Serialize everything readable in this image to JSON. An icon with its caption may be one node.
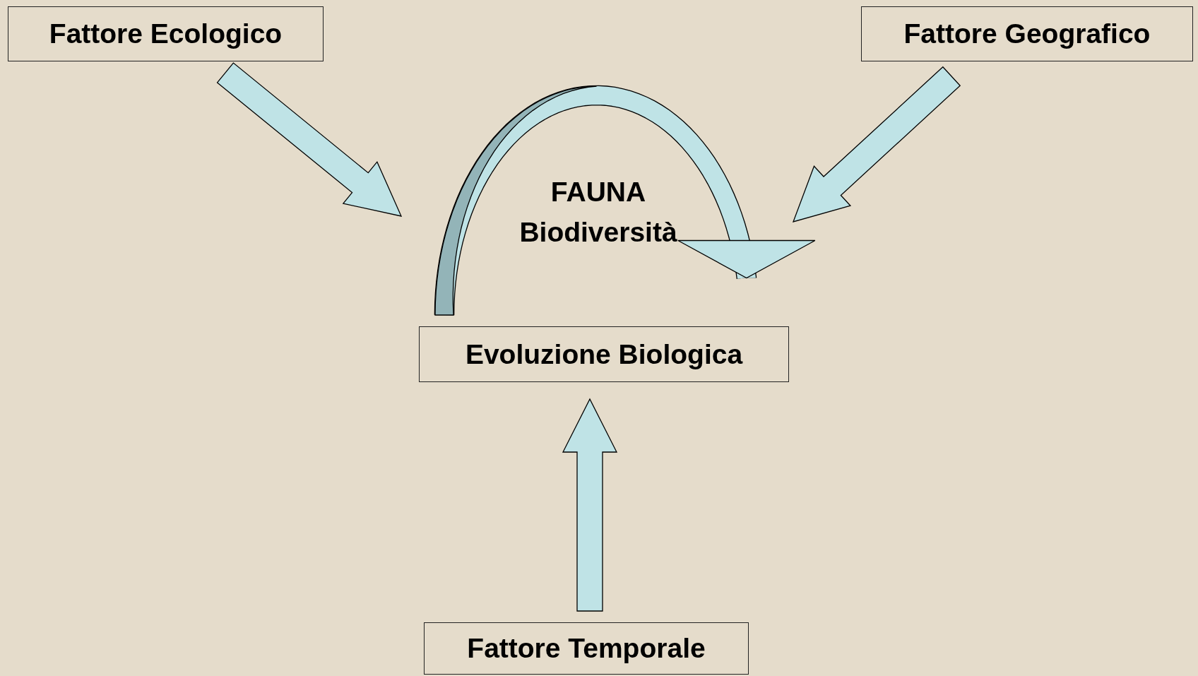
{
  "diagram": {
    "nodes": [
      {
        "text": [
          "Fattore Ecologico"
        ]
      },
      {
        "text": [
          "Fattore Geografico"
        ]
      },
      {
        "text": [
          "Evoluzione Biologica"
        ]
      },
      {
        "text": [
          "Fattore Temporale"
        ]
      }
    ],
    "edges": [
      {
        "from": 0,
        "to": 2,
        "arrow": "to"
      },
      {
        "from": 1,
        "to": 2,
        "arrow": "to"
      },
      {
        "from": 3,
        "to": 2,
        "arrow": "to"
      },
      {
        "from": 2,
        "to": 2,
        "arrow": "to"
      }
    ],
    "labels": [
      "FAUNA",
      "Biodiversità"
    ]
  }
}
